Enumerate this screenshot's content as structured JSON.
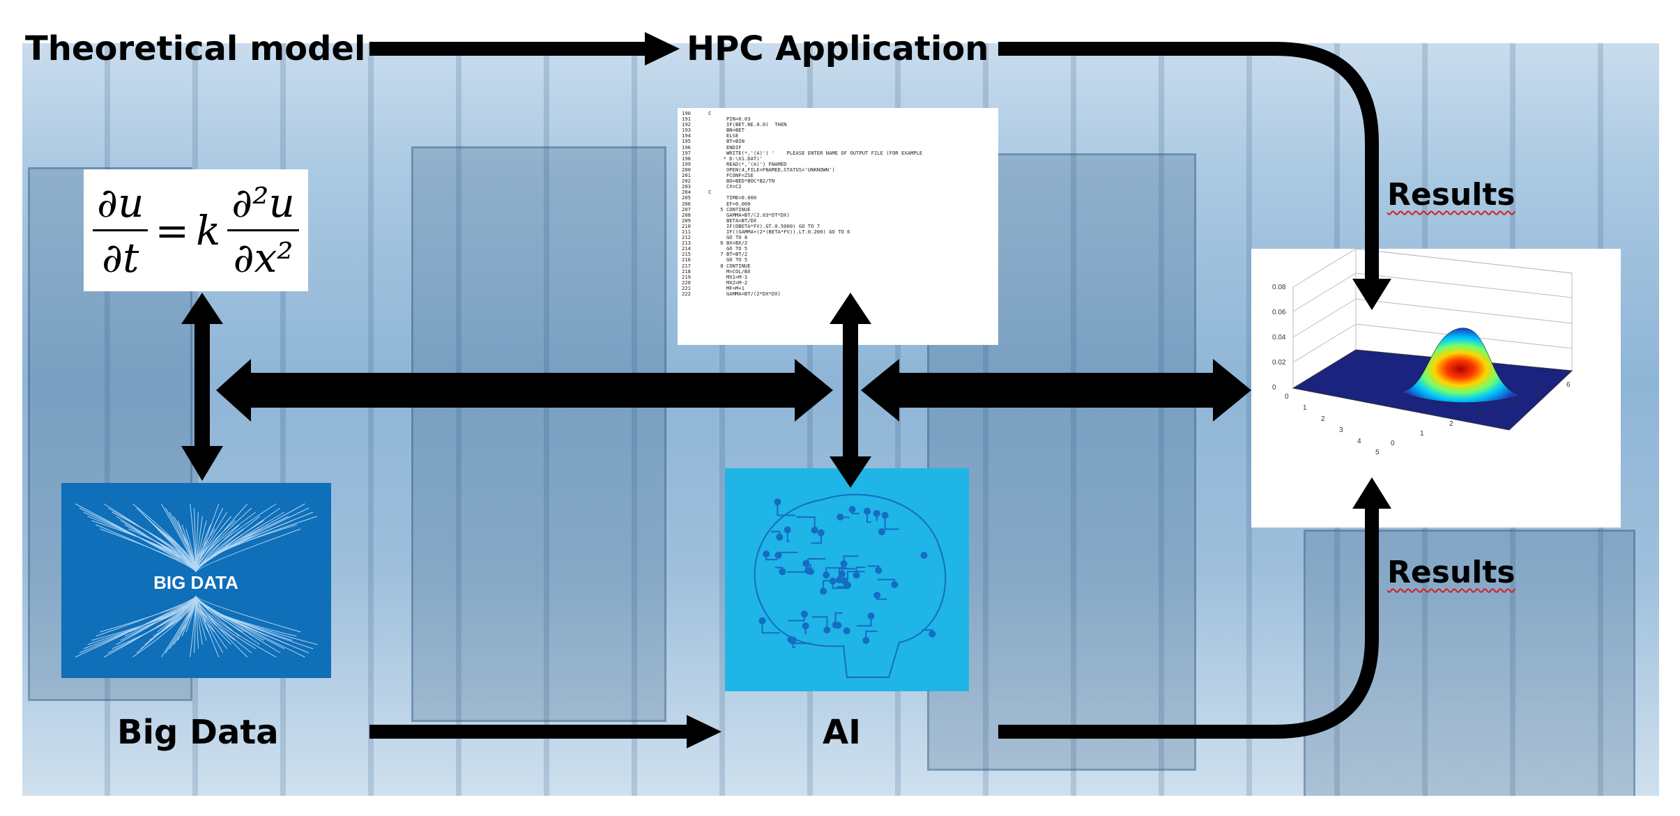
{
  "labels": {
    "theoretical_model": "Theoretical model",
    "hpc_application": "HPC Application",
    "big_data": "Big Data",
    "ai": "AI",
    "results_top": "Results",
    "results_bottom": "Results",
    "big_data_image_text": "BIG DATA"
  },
  "equation": {
    "lhs_num": "∂u",
    "lhs_den": "∂t",
    "equals": "=",
    "coef": "k",
    "rhs_num": "∂²u",
    "rhs_den": "∂x²"
  },
  "code_listing": {
    "line_numbers": "190\n191\n192\n193\n194\n195\n196\n197\n198\n199\n200\n201\n202\n203\n204\n205\n206\n207\n208\n209\n210\n211\n212\n213\n214\n215\n216\n217\n218\n219\n220\n221\n222",
    "code": "C\n      PIN=0.03\n      IF(BET.NE.0.0)  THEN\n      BN=BET\n      ELSE\n      BT=BIN\n      ENDIF\n      WRITE(*,'(A)') '    PLEASE ENTER NAME OF OUTPUT FILE (FOR EXAMPLE\n     * D:\\X1.DAT)'\n      READ(*,'(A)') FNAMED\n      OPEN(4,FILE=FNAMED,STATUS='UNKNOWN')\n      FCONF=ZSE\n      BO=BED*BOC*B2/TN\n      CX=C2\nC\n      TIME=0.000\n      EF=0.000\n    5 CONTINUE\n      GAMMA=BT/(2.03*DT*DX)\n      BETA=BT/DX\n      IF(DBETA*FV).GT.0.5000) GO TO 7\n      IF((GAMMA+(2*(BETA*FV)).LT.0.200) GO TO 6\n      GO TO 8\n    6 BX=BX/2\n      GO TO 5\n    7 BT=BT/2\n      GO TO 5\n    8 CONTINUE\n      M=COL/BX\n      MX1=M-1\n      MX2=M-2\n      MF=M+1\n      GAMMA=BT/(2*DX*DX)"
  },
  "plot3d": {
    "z_ticks": [
      "0.08",
      "0.06",
      "0.04",
      "0.02",
      "0"
    ],
    "x_ticks": [
      "0",
      "1",
      "2",
      "3",
      "4",
      "5",
      "6"
    ],
    "y_ticks": [
      "0",
      "1",
      "2",
      "3",
      "4",
      "5"
    ]
  },
  "colors": {
    "arrow": "#000000",
    "ai_panel": "#1fb5e6",
    "big_data_panel": "#0f6fb8",
    "surface_base": "#1a237e"
  }
}
